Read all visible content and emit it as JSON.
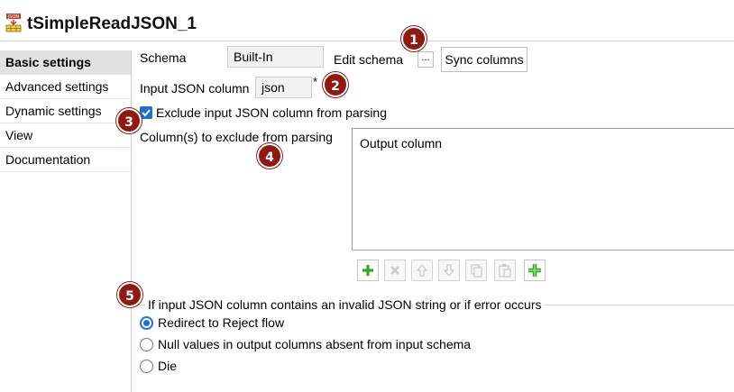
{
  "window": {
    "title": "tSimpleReadJSON_1"
  },
  "sidebar": {
    "items": [
      {
        "label": "Basic settings"
      },
      {
        "label": "Advanced settings"
      },
      {
        "label": "Dynamic settings"
      },
      {
        "label": "View"
      },
      {
        "label": "Documentation"
      }
    ]
  },
  "schema": {
    "label": "Schema",
    "value": "Built-In",
    "edit_label": "Edit schema",
    "edit_button": "...",
    "sync_button": "Sync columns"
  },
  "input_json": {
    "label": "Input JSON column",
    "value": "json",
    "required_mark": "*"
  },
  "exclude": {
    "checkbox_label": "Exclude input JSON column from parsing",
    "checked": true,
    "columns_label": "Column(s) to exclude from parsing",
    "table_header": "Output column"
  },
  "error_group": {
    "legend": "If input JSON column contains an invalid JSON string or if error occurs",
    "options": [
      {
        "label": "Redirect to Reject flow",
        "selected": true
      },
      {
        "label": "Null values in output columns absent from input schema",
        "selected": false
      },
      {
        "label": "Die",
        "selected": false
      }
    ]
  },
  "callouts": [
    "1",
    "2",
    "3",
    "4",
    "5"
  ],
  "colors": {
    "accent": "#1e6fce",
    "callout": "#8e1a14",
    "add_green": "#3aa32a"
  }
}
